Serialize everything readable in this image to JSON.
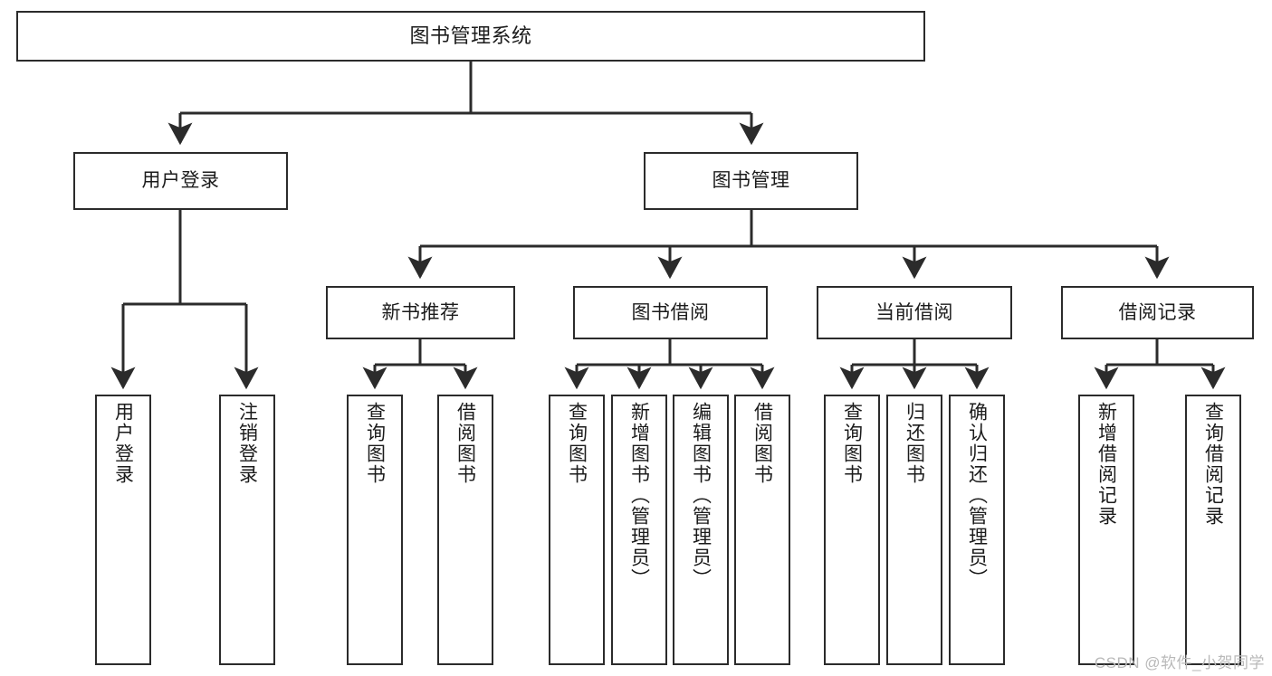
{
  "diagram": {
    "title": "图书管理系统",
    "type": "tree-hierarchy",
    "watermark": "CSDN @软件_小贺同学",
    "root": {
      "id": "root",
      "label": "图书管理系统"
    },
    "level2": [
      {
        "id": "user-login",
        "label": "用户登录"
      },
      {
        "id": "book-management",
        "label": "图书管理"
      }
    ],
    "level3": [
      {
        "id": "new-book-recommend",
        "label": "新书推荐"
      },
      {
        "id": "book-borrow",
        "label": "图书借阅"
      },
      {
        "id": "current-borrow",
        "label": "当前借阅"
      },
      {
        "id": "borrow-record",
        "label": "借阅记录"
      }
    ],
    "leaves": {
      "user_login": [
        {
          "id": "leaf-user-login",
          "label": "用户登录"
        },
        {
          "id": "leaf-logout-login",
          "label": "注销登录"
        }
      ],
      "new_book_recommend": [
        {
          "id": "leaf-query-book-1",
          "label": "查询图书"
        },
        {
          "id": "leaf-borrow-book-1",
          "label": "借阅图书"
        }
      ],
      "book_borrow": [
        {
          "id": "leaf-query-book-2",
          "label": "查询图书"
        },
        {
          "id": "leaf-add-book",
          "label": "新增图书（管理员）"
        },
        {
          "id": "leaf-edit-book",
          "label": "编辑图书（管理员）"
        },
        {
          "id": "leaf-borrow-book-2",
          "label": "借阅图书"
        }
      ],
      "current_borrow": [
        {
          "id": "leaf-query-book-3",
          "label": "查询图书"
        },
        {
          "id": "leaf-return-book",
          "label": "归还图书"
        },
        {
          "id": "leaf-confirm-return",
          "label": "确认归还（管理员）"
        }
      ],
      "borrow_record": [
        {
          "id": "leaf-add-record",
          "label": "新增借阅记录"
        },
        {
          "id": "leaf-query-record",
          "label": "查询借阅记录"
        }
      ]
    },
    "colors": {
      "stroke": "#2b2b2b",
      "fill": "#ffffff",
      "text": "#1b1b1b",
      "watermark": "#b9b9b9"
    }
  }
}
